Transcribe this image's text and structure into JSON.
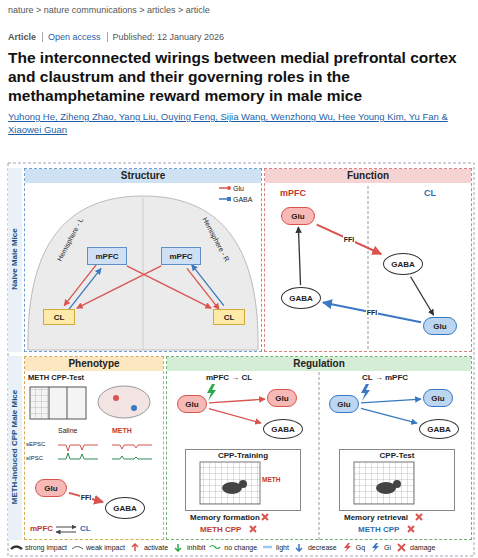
{
  "diagram": {
    "title": "The interconnected wirings between medial prefrontal cortex and claustrum and their governing roles in the methamphetamine reward memory in male mice",
    "nodes": [
      {
        "text": [
          "Structure"
        ]
      },
      {
        "text": [
          "Function"
        ]
      },
      {
        "text": [
          "Phenotype"
        ]
      },
      {
        "text": [
          "Regulation"
        ]
      },
      {
        "text": [
          "mPFC"
        ],
        "in": 0
      },
      {
        "text": [
          "mPFC"
        ],
        "in": 0
      },
      {
        "text": [
          "CL"
        ],
        "in": 0
      },
      {
        "text": [
          "CL"
        ],
        "in": 0
      },
      {
        "text": [
          "Glu"
        ],
        "in": 1
      },
      {
        "text": [
          "GABA"
        ],
        "in": 1
      },
      {
        "text": [
          "GABA"
        ],
        "in": 1
      },
      {
        "text": [
          "Glu"
        ],
        "in": 1
      },
      {
        "text": [
          "Glu"
        ],
        "in": 2
      },
      {
        "text": [
          "GABA"
        ],
        "in": 2
      },
      {
        "text": [
          "Glu"
        ],
        "in": 3
      },
      {
        "text": [
          "Glu"
        ],
        "in": 3
      },
      {
        "text": [
          "GABA"
        ],
        "in": 3
      },
      {
        "text": [
          "Glu"
        ],
        "in": 3
      },
      {
        "text": [
          "Glu"
        ],
        "in": 3
      },
      {
        "text": [
          "GABA"
        ],
        "in": 3
      },
      {
        "text": [
          "CPP-Training"
        ],
        "in": 3
      },
      {
        "text": [
          "CPP-Test"
        ],
        "in": 3
      }
    ],
    "edges": [
      {
        "from": 4,
        "to": 6,
        "arrow": "to"
      },
      {
        "from": 6,
        "to": 4,
        "arrow": "to"
      },
      {
        "from": 5,
        "to": 7,
        "arrow": "to"
      },
      {
        "from": 7,
        "to": 5,
        "arrow": "to"
      },
      {
        "from": 4,
        "to": 7,
        "arrow": "to"
      },
      {
        "from": 5,
        "to": 6,
        "arrow": "to"
      },
      {
        "from": 8,
        "to": 9,
        "label": "FFI",
        "arrow": "to"
      },
      {
        "from": 11,
        "to": 10,
        "label": "FFI",
        "arrow": "to"
      },
      {
        "from": 9,
        "to": 11,
        "arrow": "to"
      },
      {
        "from": 10,
        "to": 8,
        "arrow": "to"
      },
      {
        "from": 12,
        "to": 13,
        "label": "FFI",
        "arrow": "to"
      },
      {
        "from": 14,
        "to": 15,
        "arrow": "to"
      },
      {
        "from": 14,
        "to": 16,
        "arrow": "to"
      },
      {
        "from": 17,
        "to": 18,
        "arrow": "to"
      },
      {
        "from": 17,
        "to": 19,
        "arrow": "to"
      }
    ],
    "labels": [
      "nature > nature communications > articles > article",
      "Article",
      "Open access",
      "Published: 12 January 2026",
      "Yuhong He, Ziheng Zhao, Yang Liu, Ouying Feng, Sijia Wang, Wenzhong Wu, Hee Young Kim, Yu Fan & Xiaowei Guan",
      "Naive Male Mice",
      "METH-induced CPP Male Mice",
      "Hemisphere - L",
      "Hemisphere - R",
      "mPFC",
      "CL",
      "METH CPP-Test",
      "Saline",
      "METH",
      "sEPSC",
      "sIPSC",
      "mPFC",
      "CL",
      "mPFC → CL",
      "CL → mPFC",
      "METH",
      "Memory formation",
      "Memory retrieval",
      "METH CPP",
      "METH CPP"
    ],
    "legend": [
      {
        "text": "Glu"
      },
      {
        "text": "GABA"
      },
      {
        "text": "strong impact"
      },
      {
        "text": "weak impact"
      },
      {
        "text": "activate"
      },
      {
        "text": "inhibit"
      },
      {
        "text": "no change"
      },
      {
        "text": "light"
      },
      {
        "text": "decrease"
      },
      {
        "text": "Gq"
      },
      {
        "text": "Gi"
      },
      {
        "text": "damage"
      }
    ]
  }
}
